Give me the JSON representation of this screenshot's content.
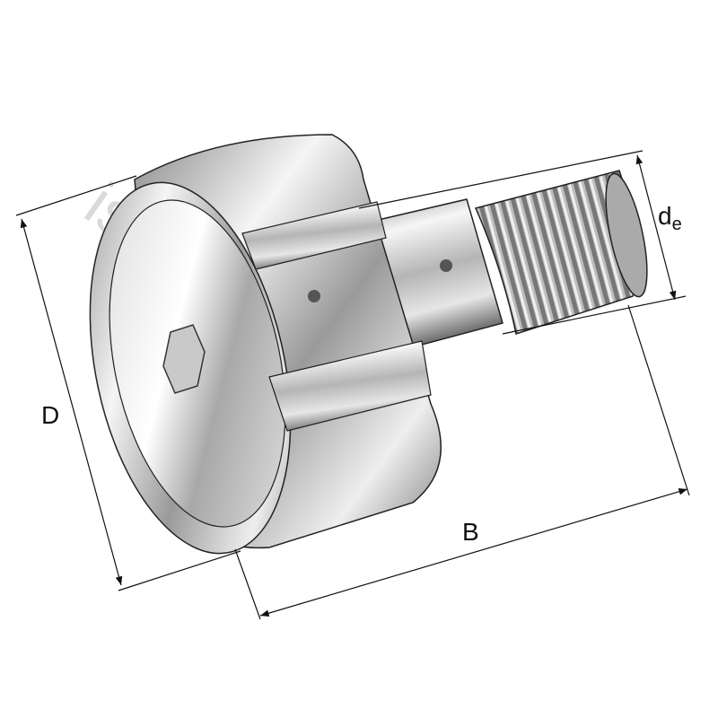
{
  "dimensions": {
    "outer_diameter": "D",
    "width": "B",
    "eccentric_diameter_main": "d",
    "eccentric_diameter_sub": "e"
  },
  "watermark": {
    "text": "ispolstehnik.ru"
  },
  "colors": {
    "line": "#111111",
    "metal_light": "#f4f4f4",
    "metal_dark": "#6e6e6e"
  }
}
